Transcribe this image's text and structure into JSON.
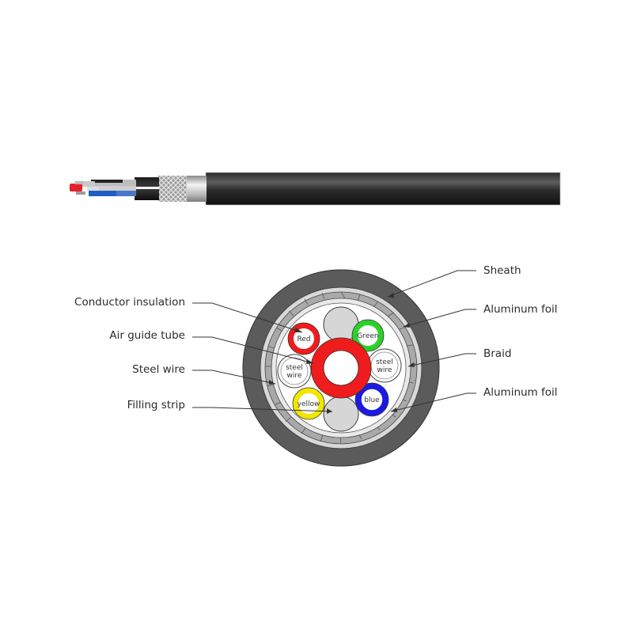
{
  "diagram": {
    "title": "",
    "side_view": {
      "description": "cable with stripped end showing conductors, braid, foil and black sheath"
    },
    "cross_section": {
      "labels_left": [
        {
          "text": "Conductor insulation"
        },
        {
          "text": "Air guide tube"
        },
        {
          "text": "Steel wire"
        },
        {
          "text": "Filling strip"
        }
      ],
      "labels_right": [
        {
          "text": "Sheath"
        },
        {
          "text": "Aluminum foil"
        },
        {
          "text": "Braid"
        },
        {
          "text": "Aluminum foil"
        }
      ],
      "cores": [
        {
          "name": "Red",
          "color": "#ee1c1c"
        },
        {
          "name": "Green",
          "color": "#2bd12b"
        },
        {
          "name": "steel wire",
          "color": "#ffffff"
        },
        {
          "name": "steel wire",
          "color": "#ffffff"
        },
        {
          "name": "yellow",
          "color": "#f2e600"
        },
        {
          "name": "blue",
          "color": "#1a1ae0"
        }
      ],
      "core_labels": {
        "red": "Red",
        "green": "Green",
        "steel_left_1": "steel",
        "steel_left_2": "wire",
        "steel_right_1": "steel",
        "steel_right_2": "wire",
        "yellow": "yellow",
        "blue": "blue"
      },
      "colors": {
        "sheath": "#5b5b5b",
        "braid": "#a9a9a9",
        "foil": "#d8d8d8",
        "filler": "#d6d6d6",
        "air_tube": "#ee1c1c"
      }
    }
  }
}
